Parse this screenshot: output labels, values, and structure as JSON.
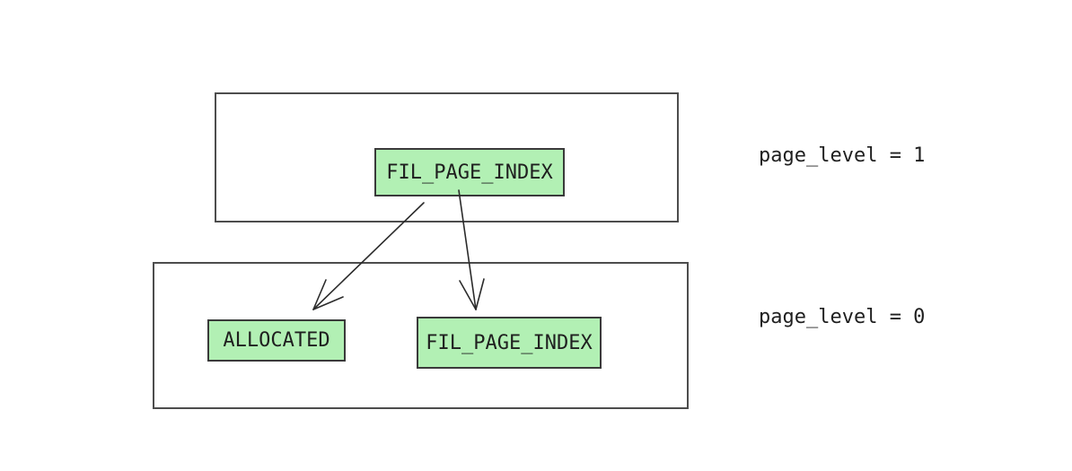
{
  "diagram": {
    "type": "page-level-hierarchy",
    "levels": [
      {
        "id": "level-1",
        "label": "page_level = 1",
        "pages": [
          {
            "label": "FIL_PAGE_INDEX"
          }
        ]
      },
      {
        "id": "level-0",
        "label": "page_level = 0",
        "pages": [
          {
            "label": "ALLOCATED"
          },
          {
            "label": "FIL_PAGE_INDEX"
          }
        ]
      }
    ],
    "edges": [
      {
        "from": "level-1 FIL_PAGE_INDEX",
        "to": "level-0 ALLOCATED"
      },
      {
        "from": "level-1 FIL_PAGE_INDEX",
        "to": "level-0 FIL_PAGE_INDEX"
      }
    ],
    "colors": {
      "background": "#ffffff",
      "page_fill": "#b2f0b4",
      "page_border": "#3a3a3a",
      "container_border": "#4d4d4d",
      "arrow": "#2b2b2b",
      "text": "#1f1f1f"
    }
  }
}
